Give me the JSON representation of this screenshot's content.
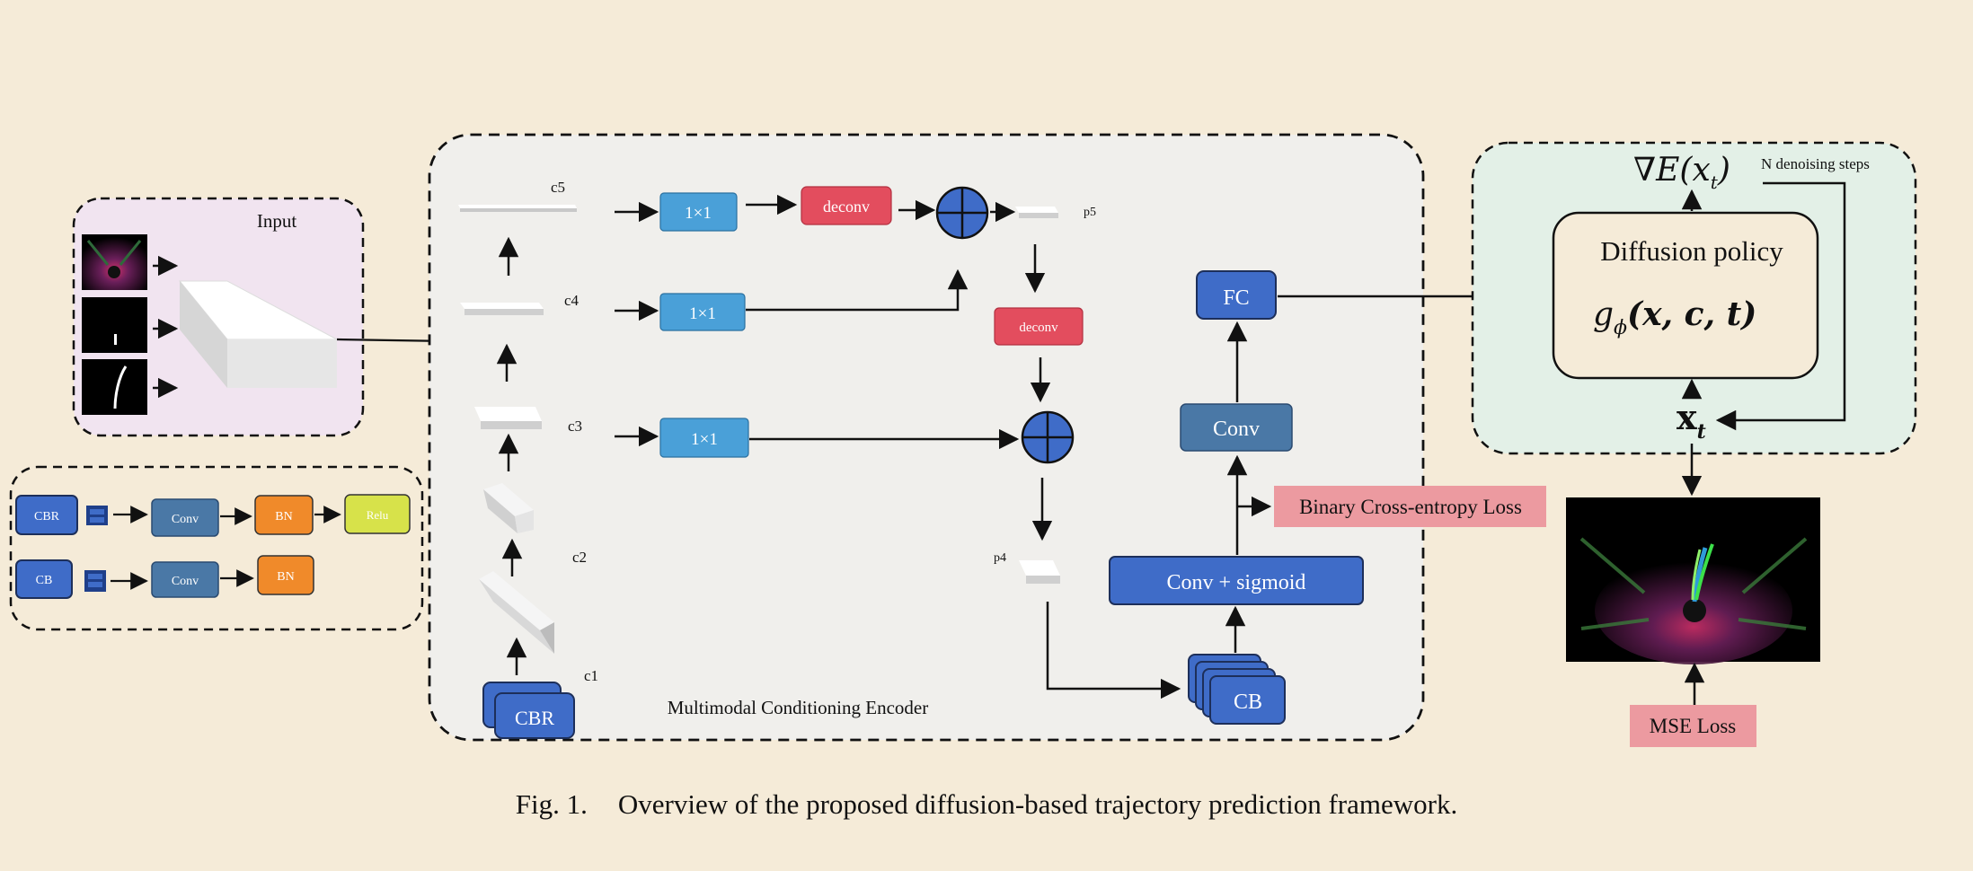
{
  "colors": {
    "background": "#f5ebd8",
    "input_panel": "#f1e4f0",
    "encoder_panel": "#f0efec",
    "policy_panel": "#e3f0e7",
    "blue_dark": "#3f6cc8",
    "blue_steel": "#4a78a6",
    "blue_light": "#4aa0d8",
    "red": "#e34d5e",
    "orange": "#f08a2a",
    "yellow_green": "#d7e24a",
    "pink": "#ec9aa0"
  },
  "input": {
    "title": "Input"
  },
  "legend": {
    "row1": {
      "composite": "CBR",
      "conv": "Conv",
      "bn": "BN",
      "relu": "Relu"
    },
    "row2": {
      "composite": "CB",
      "conv": "Conv",
      "bn": "BN"
    }
  },
  "encoder": {
    "title": "Multimodal Conditioning Encoder",
    "stage_labels": {
      "c1": "c1",
      "c2": "c2",
      "c3": "c3",
      "c4": "c4",
      "c5": "c5"
    },
    "cbr_label": "CBR",
    "lateral_labels": {
      "l5": "1×1",
      "l4": "1×1",
      "l3": "1×1"
    },
    "deconv1": "deconv",
    "deconv2": "deconv",
    "p5": "p5",
    "p4": "p4",
    "cb_label": "CB",
    "conv_sigmoid": "Conv + sigmoid",
    "conv": "Conv",
    "fc": "FC"
  },
  "bce_loss": "Binary Cross-entropy Loss",
  "policy": {
    "title": "Diffusion policy",
    "formula": "g",
    "formula_sub": "ϕ",
    "formula_args": "(x, c, t)",
    "energy": "∇E(x",
    "energy_sub": "t",
    "energy_close": ")",
    "denoise_steps": "N denoising steps",
    "xt": "x",
    "xt_sub": "t"
  },
  "mse_loss": "MSE Loss",
  "caption": {
    "fig": "Fig. 1.",
    "text": "Overview of the proposed diffusion-based trajectory prediction framework."
  }
}
